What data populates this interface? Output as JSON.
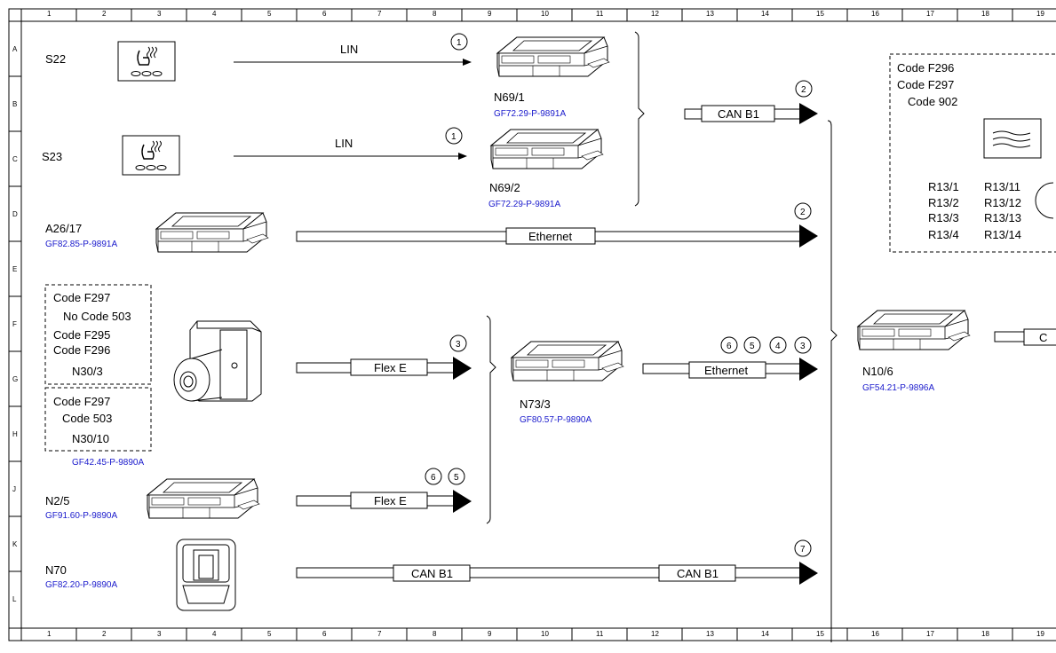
{
  "grid": {
    "columns": [
      "1",
      "2",
      "3",
      "4",
      "5",
      "6",
      "7",
      "8",
      "9",
      "10",
      "11",
      "12",
      "13",
      "14",
      "15",
      "16",
      "17",
      "18",
      "19"
    ],
    "rows": [
      "A",
      "B",
      "C",
      "D",
      "E",
      "F",
      "G",
      "H",
      "J",
      "K",
      "L"
    ]
  },
  "components": {
    "s22": {
      "label": "S22"
    },
    "s23": {
      "label": "S23"
    },
    "a26_17": {
      "label": "A26/17",
      "ref": "GF82.85-P-9891A"
    },
    "n30_3": {
      "label": "N30/3"
    },
    "n30_10": {
      "label": "N30/10",
      "ref": "GF42.45-P-9890A"
    },
    "n2_5": {
      "label": "N2/5",
      "ref": "GF91.60-P-9890A"
    },
    "n70": {
      "label": "N70",
      "ref": "GF82.20-P-9890A"
    },
    "n69_1": {
      "label": "N69/1",
      "ref": "GF72.29-P-9891A"
    },
    "n69_2": {
      "label": "N69/2",
      "ref": "GF72.29-P-9891A"
    },
    "n73_3": {
      "label": "N73/3",
      "ref": "GF80.57-P-9890A"
    },
    "n10_6": {
      "label": "N10/6",
      "ref": "GF54.21-P-9896A"
    }
  },
  "codes_n30_3": [
    "Code F297",
    "No Code 503",
    "Code F295",
    "Code F296"
  ],
  "codes_n30_10": [
    "Code F297",
    "Code 503"
  ],
  "codes_right": [
    "Code F296",
    "Code F297",
    "Code 902"
  ],
  "r13_left": [
    "R13/1",
    "R13/2",
    "R13/3",
    "R13/4"
  ],
  "r13_right": [
    "R13/11",
    "R13/12",
    "R13/13",
    "R13/14"
  ],
  "connections": {
    "lin1": "LIN",
    "lin2": "LIN",
    "can_b1_top": "CAN B1",
    "ethernet_a26": "Ethernet",
    "flex_e_1": "Flex E",
    "flex_e_2": "Flex E",
    "ethernet_n73": "Ethernet",
    "can_b1_n70_a": "CAN B1",
    "can_b1_n70_b": "CAN B1",
    "c_right": "C"
  },
  "markers": {
    "m_lin1": "1",
    "m_lin2": "1",
    "m_can_top": "2",
    "m_eth_a26": "2",
    "m_flex1": "3",
    "m_flex2_a": "6",
    "m_flex2_b": "5",
    "m_eth_a": "6",
    "m_eth_b": "5",
    "m_eth_c": "4",
    "m_eth_d": "3",
    "m_can_n70": "7"
  }
}
